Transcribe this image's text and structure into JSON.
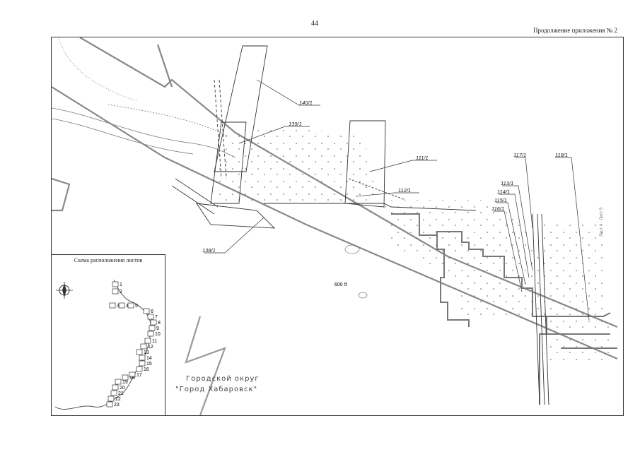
{
  "header": {
    "page_number": "44",
    "appendix": "Продолжение приложения № 2"
  },
  "map": {
    "plots": [
      {
        "id": "p140",
        "label": "140/1"
      },
      {
        "id": "p139",
        "label": "139/1"
      },
      {
        "id": "p111",
        "label": "111/1"
      },
      {
        "id": "p112",
        "label": "112/1"
      },
      {
        "id": "p117",
        "label": "117/1"
      },
      {
        "id": "p118",
        "label": "118/1"
      },
      {
        "id": "p113",
        "label": "113/1"
      },
      {
        "id": "p114",
        "label": "114/1"
      },
      {
        "id": "p115",
        "label": "115/1"
      },
      {
        "id": "p116",
        "label": "116/1"
      },
      {
        "id": "p138",
        "label": "138/1"
      }
    ],
    "city_line1": "Городской округ",
    "city_line2": "\"Город Хабаровск\"",
    "edge_note": "Лист 4 · Лист 5",
    "spot_label": "600 б"
  },
  "inset": {
    "title": "Схема расположения листов",
    "sheets": [
      "1",
      "2",
      "3",
      "4",
      "5",
      "6",
      "7",
      "8",
      "9",
      "10",
      "11",
      "12",
      "13",
      "14",
      "15",
      "16",
      "17",
      "18",
      "19",
      "20",
      "21",
      "22",
      "23"
    ]
  },
  "colors": {
    "line": "#333333",
    "road": "#777777",
    "dots": "#555555"
  }
}
